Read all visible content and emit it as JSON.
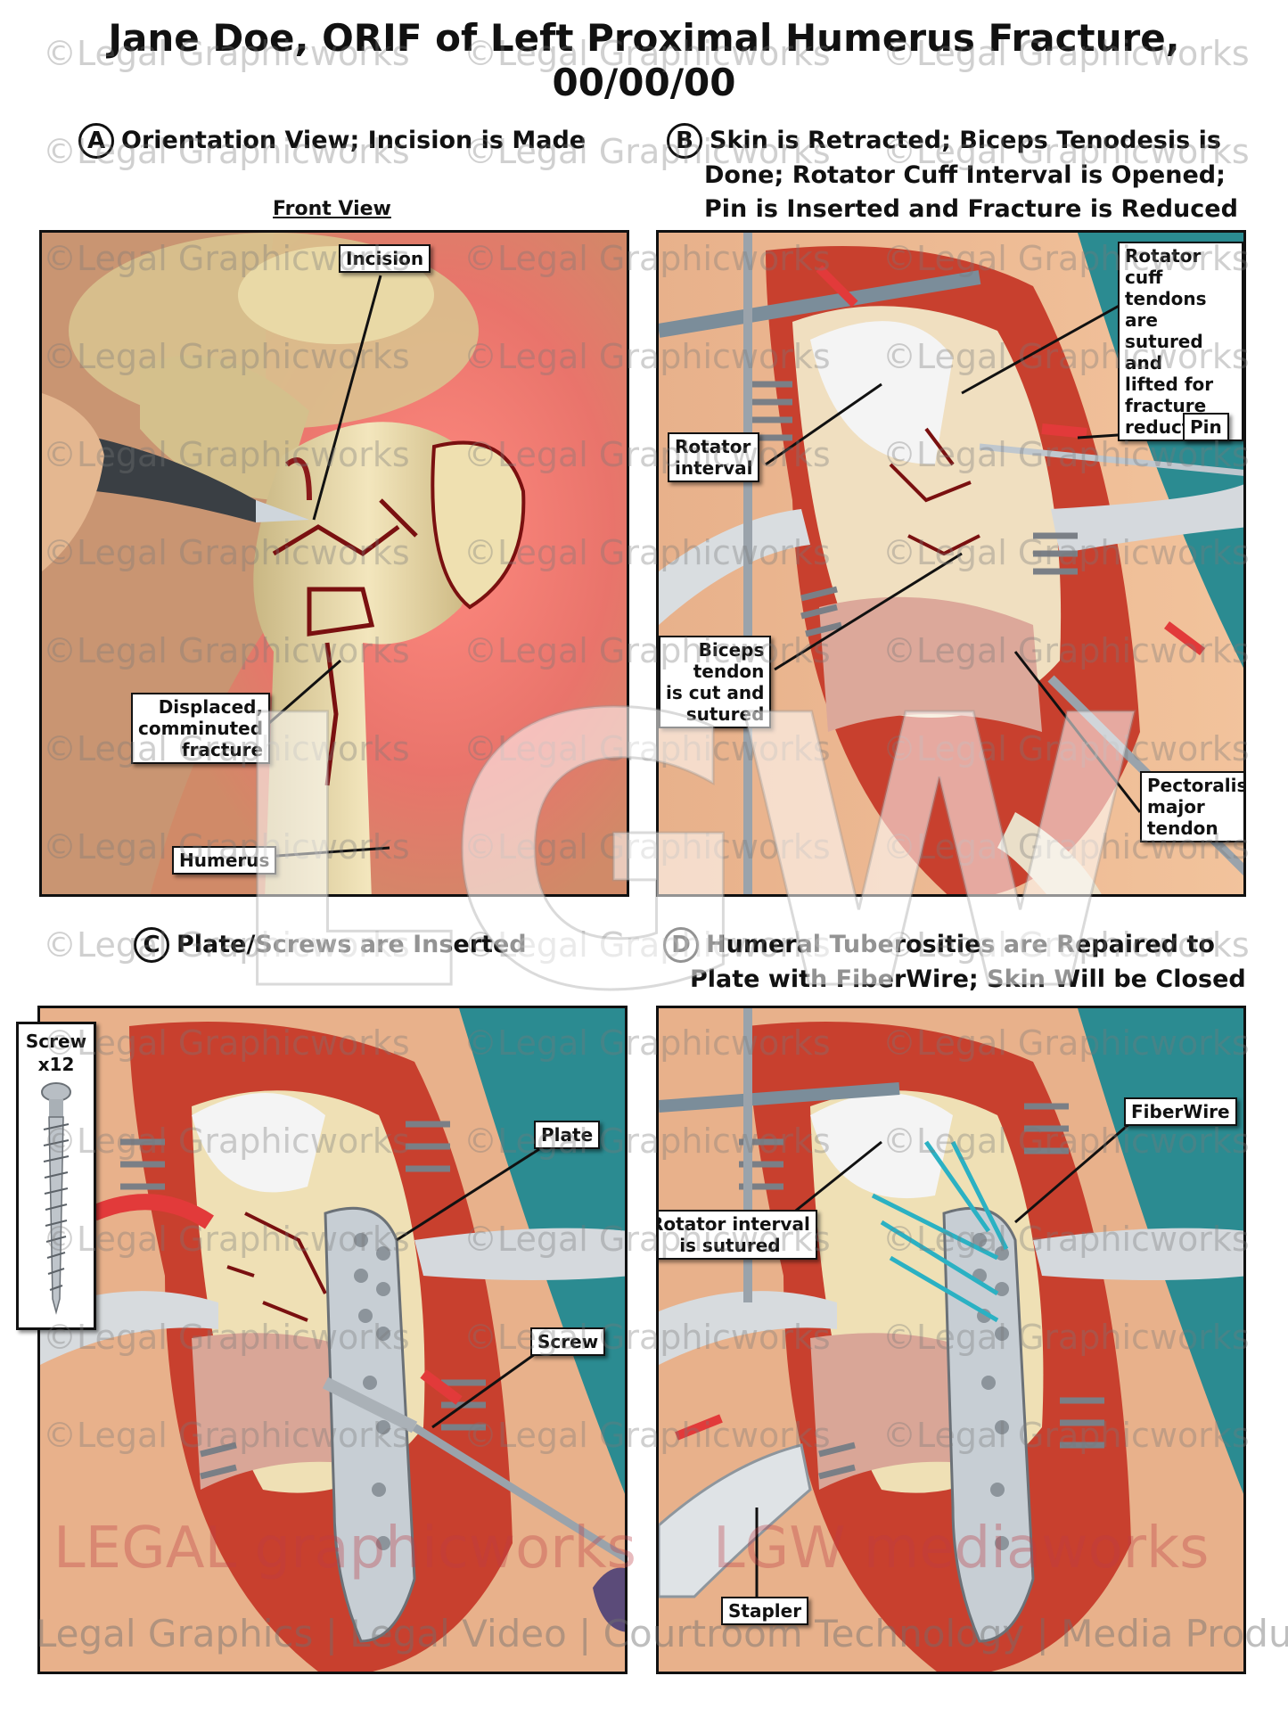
{
  "title_line1": "Jane Doe, ORIF of Left Proximal Humerus Fracture,",
  "title_line2": "00/00/00",
  "panels": {
    "a": {
      "letter": "A",
      "caption": "Orientation View; Incision is Made",
      "subheading": "Front View"
    },
    "b": {
      "letter": "B",
      "caption_line1": "Skin is Retracted; Biceps Tenodesis is",
      "caption_line2": "Done; Rotator Cuff Interval is Opened;",
      "caption_line3": "Pin is Inserted and Fracture is Reduced"
    },
    "c": {
      "letter": "C",
      "caption": "Plate/Screws are Inserted"
    },
    "d": {
      "letter": "D",
      "caption_line1": "Humeral Tuberosities are Repaired to",
      "caption_line2": "Plate with FiberWire; Skin Will be Closed"
    }
  },
  "labels": {
    "incision": "Incision",
    "displaced_1": "Displaced,",
    "displaced_2": "comminuted",
    "displaced_3": "fracture",
    "humerus": "Humerus",
    "rotator_cuff_1": "Rotator cuff",
    "rotator_cuff_2": "tendons are",
    "rotator_cuff_3": "sutured and",
    "rotator_cuff_4": "lifted for",
    "rotator_cuff_5": "fracture",
    "rotator_cuff_6": "reduction",
    "rotator_interval_1": "Rotator",
    "rotator_interval_2": "interval",
    "pin": "Pin",
    "biceps_1": "Biceps",
    "biceps_2": "tendon",
    "biceps_3": "is cut and",
    "biceps_4": "sutured",
    "pectoralis_1": "Pectoralis",
    "pectoralis_2": "major",
    "pectoralis_3": "tendon",
    "screw_box_1": "Screw",
    "screw_box_2": "x12",
    "plate": "Plate",
    "screw": "Screw",
    "fiberwire": "FiberWire",
    "rotator_sutured_1": "Rotator interval",
    "rotator_sutured_2": "is sutured",
    "stapler": "Stapler"
  },
  "watermark": {
    "text": "©Legal Graphicworks",
    "big_logo": "LGW",
    "brand_left": "LEGAL graphicworks",
    "brand_right": "LGW mediaworks",
    "footer": "Legal Graphics | Legal Video | Courtroom Technology | Media Production"
  },
  "colors": {
    "tissue": "#d96a52",
    "skin": "#e9b08a",
    "bone": "#e8d9a8",
    "teal": "#2b8b91",
    "steel": "#9aa3ab",
    "fracture": "#7a1010"
  }
}
